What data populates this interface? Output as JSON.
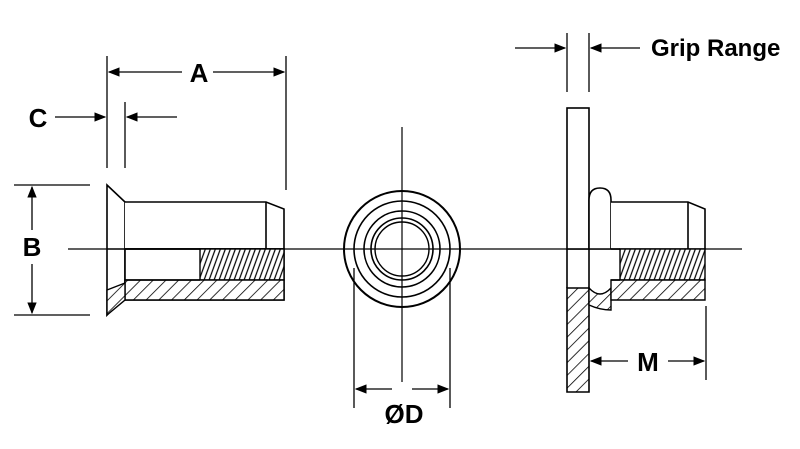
{
  "labels": {
    "a": "A",
    "b": "B",
    "c": "C",
    "od": "ØD",
    "m": "M",
    "grip_range": "Grip Range"
  },
  "colors": {
    "line": "#000000",
    "background": "#ffffff"
  }
}
